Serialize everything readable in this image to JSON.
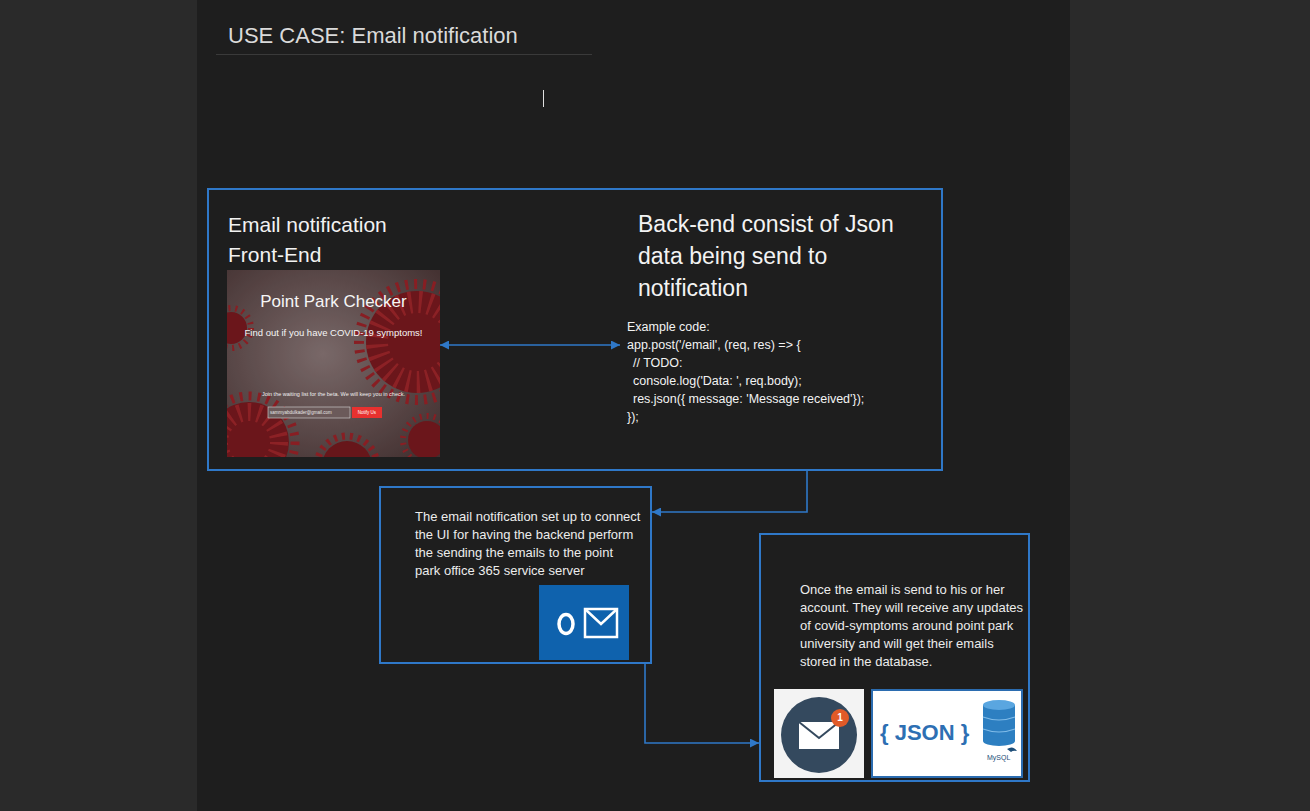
{
  "diagram": {
    "title": "USE CASE: Email notification",
    "nodes": [
      {
        "text": []
      },
      {
        "text": [
          "Email notification Front-End",
          "Point Park Checker",
          "Find out if you have COVID-19 symptoms!",
          "Join the waiting list for the beta. We will keep you in check.",
          "sammyabdulkader@gmail.com",
          "Notify Us"
        ],
        "in": 0
      },
      {
        "text": [
          "Back-end consist of Json data being send to notification",
          "Example code:",
          "app.post('/email', (req, res) => {",
          "// TODO:",
          "console.log('Data: ', req.body);",
          "res.json({ message: 'Message received'});",
          "});"
        ],
        "in": 0
      },
      {
        "text": [
          "The email notification set up to connect the UI for having the backend perform the sending the emails to the point park office 365 service server"
        ]
      },
      {
        "text": [
          "Once the email is send to his or her account. They will receive any updates of covid-symptoms around point park university and will get their emails stored in the database.",
          "1",
          "{ JSON }",
          "MySQL"
        ]
      }
    ],
    "edges": [
      {
        "from": 1,
        "to": 2,
        "arrow": "both"
      },
      {
        "from": 0,
        "to": 3,
        "arrow": "to"
      },
      {
        "from": 3,
        "to": 4,
        "arrow": "to"
      }
    ]
  }
}
